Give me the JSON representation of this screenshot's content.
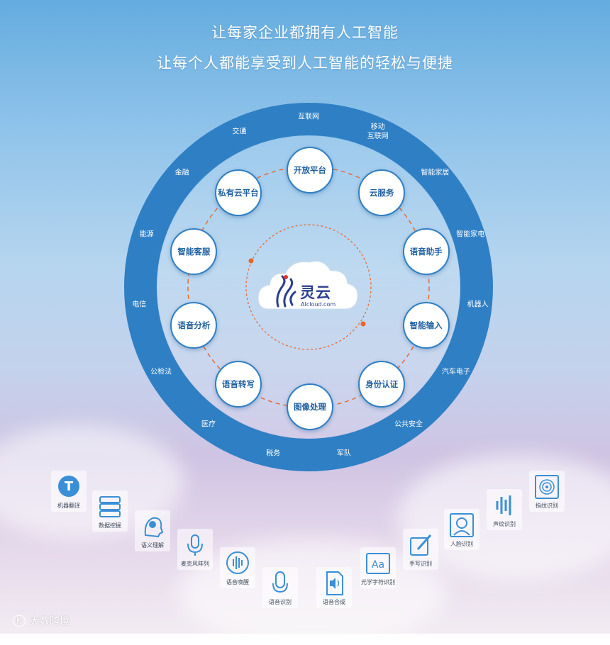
{
  "headline": {
    "line1": "让每家企业都拥有人工智能",
    "line2": "让每个人都能享受到人工智能的轻松与便捷"
  },
  "industries": [
    "互联网",
    "移动\n互联网",
    "智能家居",
    "智能家电",
    "机器人",
    "汽车电子",
    "公共安全",
    "军队",
    "税务",
    "医疗",
    "公检法",
    "电信",
    "能源",
    "金融",
    "交通"
  ],
  "services": [
    "开放平台",
    "云服务",
    "语音助手",
    "智能输入",
    "身份认证",
    "图像处理",
    "语音转写",
    "语音分析",
    "智能客服",
    "私有云平台"
  ],
  "logo": {
    "name": "灵云",
    "sub": "AIcloud.com"
  },
  "capabilities": [
    "机器翻译",
    "数据挖掘",
    "语义理解",
    "麦克风阵列",
    "语音唤醒",
    "语音识别",
    "语音合成",
    "光学字符识别",
    "手写识别",
    "人脸识别",
    "声纹识别",
    "指纹识别"
  ],
  "watermark": "大数跨境",
  "colors": {
    "ring": "#2f7fc4",
    "dashed": "#e8642a",
    "service_text": "#1f5fa0"
  }
}
